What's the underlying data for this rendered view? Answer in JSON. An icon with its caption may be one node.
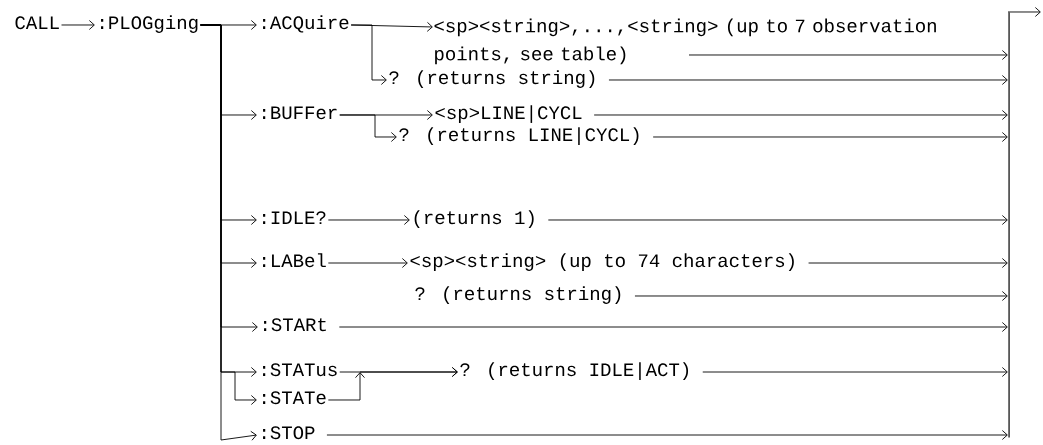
{
  "diagram": {
    "nodes": [
      {
        "text": [
          "CALL"
        ]
      },
      {
        "text": [
          ":PLOGging"
        ]
      },
      {
        "text": [
          ":ACQuire"
        ]
      },
      {
        "text": [
          "<sp><string>,...,<string> (up to 7 observation points, see table)"
        ]
      },
      {
        "text": [
          "? (returns string)"
        ]
      },
      {
        "text": [
          ":BUFFer"
        ]
      },
      {
        "text": [
          "<sp>LINE|CYCL"
        ]
      },
      {
        "text": [
          "? (returns LINE|CYCL)"
        ]
      },
      {
        "text": [
          ":IDLE?"
        ]
      },
      {
        "text": [
          "(returns 1)"
        ]
      },
      {
        "text": [
          ":LABel"
        ]
      },
      {
        "text": [
          "<sp><string> (up to 74 characters)"
        ]
      },
      {
        "text": [
          "? (returns string)"
        ]
      },
      {
        "text": [
          ":STARt"
        ]
      },
      {
        "text": [
          ":STATus"
        ]
      },
      {
        "text": [
          ":STATe"
        ]
      },
      {
        "text": [
          "? (returns IDLE|ACT)"
        ]
      },
      {
        "text": [
          ":STOP"
        ]
      },
      {
        "text": [],
        "shape": "bar"
      }
    ],
    "edges": [
      {
        "from": 0,
        "to": 1,
        "arrow": "to"
      },
      {
        "from": 1,
        "to": 2,
        "arrow": "to"
      },
      {
        "from": 1,
        "to": 5,
        "arrow": "to"
      },
      {
        "from": 1,
        "to": 8,
        "arrow": "to"
      },
      {
        "from": 1,
        "to": 10,
        "arrow": "to"
      },
      {
        "from": 1,
        "to": 13,
        "arrow": "to"
      },
      {
        "from": 1,
        "to": 14,
        "arrow": "to"
      },
      {
        "from": 1,
        "to": 15,
        "arrow": "to"
      },
      {
        "from": 1,
        "to": 17,
        "arrow": "to"
      },
      {
        "from": 2,
        "to": 3,
        "arrow": "to"
      },
      {
        "from": 2,
        "to": 4,
        "arrow": "to"
      },
      {
        "from": 5,
        "to": 6,
        "arrow": "to"
      },
      {
        "from": 5,
        "to": 7,
        "arrow": "to"
      },
      {
        "from": 8,
        "to": 9,
        "arrow": "to"
      },
      {
        "from": 10,
        "to": 11,
        "arrow": "to"
      },
      {
        "from": 14,
        "to": 16,
        "arrow": "to"
      },
      {
        "from": 15,
        "to": 16,
        "arrow": "to"
      },
      {
        "from": 3,
        "to": 18,
        "arrow": "to"
      },
      {
        "from": 4,
        "to": 18,
        "arrow": "to"
      },
      {
        "from": 6,
        "to": 18,
        "arrow": "to"
      },
      {
        "from": 7,
        "to": 18,
        "arrow": "to"
      },
      {
        "from": 9,
        "to": 18,
        "arrow": "to"
      },
      {
        "from": 11,
        "to": 18,
        "arrow": "to"
      },
      {
        "from": 12,
        "to": 18,
        "arrow": "to"
      },
      {
        "from": 13,
        "to": 18,
        "arrow": "to"
      },
      {
        "from": 16,
        "to": 18,
        "arrow": "to"
      },
      {
        "from": 17,
        "to": 18,
        "arrow": "to"
      },
      {
        "from": 18,
        "to": null,
        "arrow": "to"
      }
    ]
  }
}
